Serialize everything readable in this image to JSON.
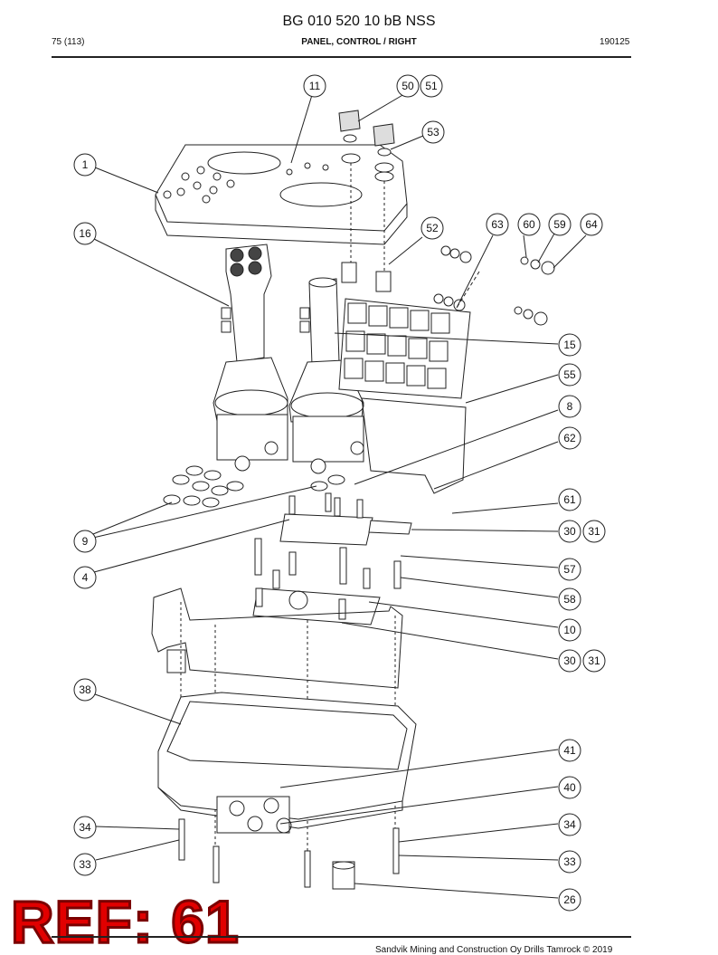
{
  "header": {
    "doc_title": "BG 010 520 10 bB NSS",
    "page": "75 (113)",
    "section": "PANEL, CONTROL / RIGHT",
    "date": "190125"
  },
  "callouts": {
    "c1": "1",
    "c11": "11",
    "c50": "50",
    "c51": "51",
    "c53": "53",
    "c16": "16",
    "c52": "52",
    "c63": "63",
    "c60": "60",
    "c59": "59",
    "c64": "64",
    "c15": "15",
    "c55": "55",
    "c8": "8",
    "c62": "62",
    "c61": "61",
    "c30a": "30",
    "c31a": "31",
    "c9": "9",
    "c4": "4",
    "c57": "57",
    "c58": "58",
    "c10": "10",
    "c30b": "30",
    "c31b": "31",
    "c38": "38",
    "c41": "41",
    "c40": "40",
    "c34a": "34",
    "c34b": "34",
    "c33a": "33",
    "c33b": "33",
    "c26": "26"
  },
  "stamp": {
    "text": "REF: 61",
    "color": "#e10000"
  },
  "footer": {
    "text": "Sandvik Mining and Construction Oy Drills Tamrock © 2019"
  }
}
